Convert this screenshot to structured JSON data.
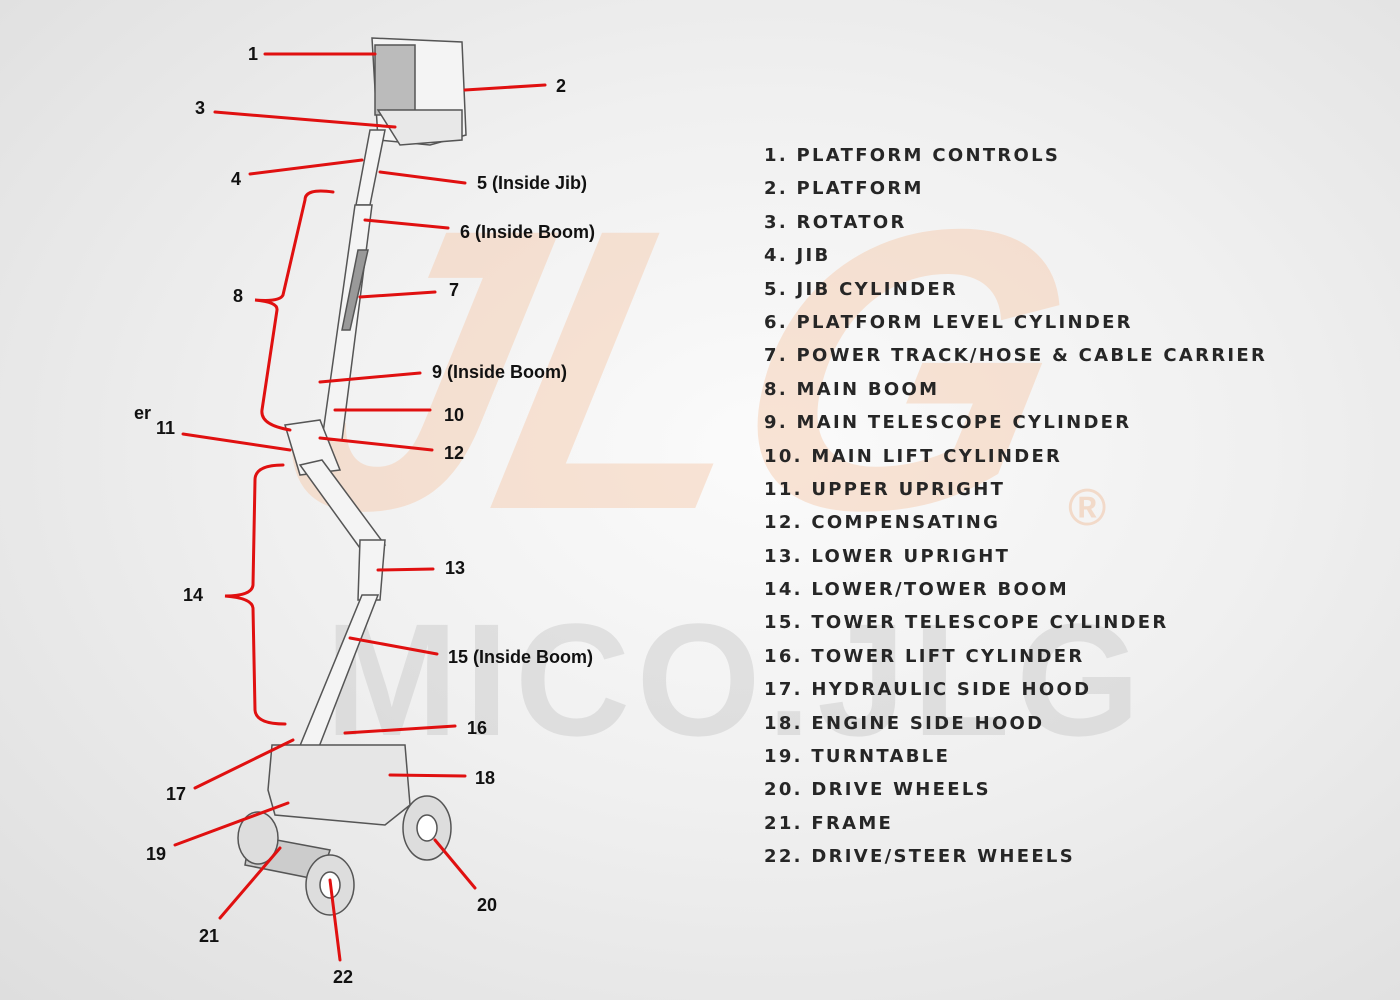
{
  "watermark": {
    "logo": "JLG",
    "brand": "MICO.JLG",
    "registered": "®"
  },
  "stray_text": "er",
  "callouts": [
    {
      "id": "c1",
      "text": "1"
    },
    {
      "id": "c2",
      "text": "2"
    },
    {
      "id": "c3",
      "text": "3"
    },
    {
      "id": "c4",
      "text": "4"
    },
    {
      "id": "c5",
      "text": "5 (Inside Jib)"
    },
    {
      "id": "c6",
      "text": "6 (Inside Boom)"
    },
    {
      "id": "c7",
      "text": "7"
    },
    {
      "id": "c8",
      "text": "8"
    },
    {
      "id": "c9",
      "text": "9 (Inside Boom)"
    },
    {
      "id": "c10",
      "text": "10"
    },
    {
      "id": "c11",
      "text": "11"
    },
    {
      "id": "c12",
      "text": "12"
    },
    {
      "id": "c13",
      "text": "13"
    },
    {
      "id": "c14",
      "text": "14"
    },
    {
      "id": "c15",
      "text": "15 (Inside Boom)"
    },
    {
      "id": "c16",
      "text": "16"
    },
    {
      "id": "c17",
      "text": "17"
    },
    {
      "id": "c18",
      "text": "18"
    },
    {
      "id": "c19",
      "text": "19"
    },
    {
      "id": "c20",
      "text": "20"
    },
    {
      "id": "c21",
      "text": "21"
    },
    {
      "id": "c22",
      "text": "22"
    }
  ],
  "legend": [
    "1. PLATFORM CONTROLS",
    "2. PLATFORM",
    "3. ROTATOR",
    "4. JIB",
    "5. JIB CYLINDER",
    "6. PLATFORM LEVEL CYLINDER",
    "7. POWER TRACK/HOSE & CABLE CARRIER",
    "8. MAIN BOOM",
    "9. MAIN TELESCOPE CYLINDER",
    "10. MAIN LIFT CYLINDER",
    "11. UPPER UPRIGHT",
    "12. COMPENSATING",
    "13. LOWER UPRIGHT",
    "14. LOWER/TOWER BOOM",
    "15. TOWER TELESCOPE CYLINDER",
    "16. TOWER LIFT CYLINDER",
    "17. HYDRAULIC SIDE HOOD",
    "18. ENGINE SIDE HOOD",
    "19. TURNTABLE",
    "20. DRIVE WHEELS",
    "21. FRAME",
    "22. DRIVE/STEER WHEELS"
  ],
  "colors": {
    "leader": "#e01010",
    "text": "#262626"
  }
}
